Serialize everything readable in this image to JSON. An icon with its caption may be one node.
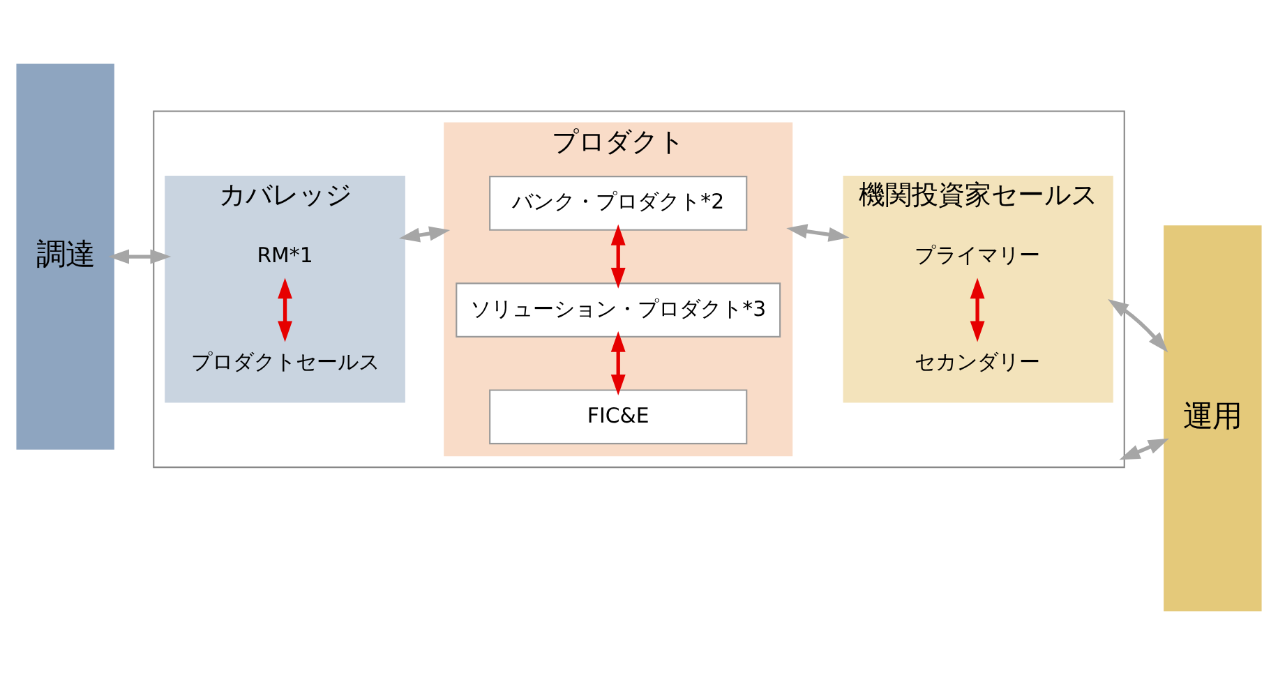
{
  "diagram": {
    "nodes": [
      {
        "text": [
          "調達"
        ]
      },
      {
        "text": [],
        "shape": "box"
      },
      {
        "text": [
          "カバレッジ"
        ],
        "in": 1
      },
      {
        "text": [
          "RM*1"
        ],
        "in": 2
      },
      {
        "text": [
          "プロダクトセールス"
        ],
        "in": 2
      },
      {
        "text": [
          "プロダクト"
        ],
        "in": 1
      },
      {
        "text": [
          "バンク・プロダクト*2"
        ],
        "in": 5
      },
      {
        "text": [
          "ソリューション・プロダクト*3"
        ],
        "in": 5
      },
      {
        "text": [
          "FIC&E"
        ],
        "in": 5
      },
      {
        "text": [
          "機関投資家セールス"
        ],
        "in": 1
      },
      {
        "text": [
          "プライマリー"
        ],
        "in": 9
      },
      {
        "text": [
          "セカンダリー"
        ],
        "in": 9
      },
      {
        "text": [
          "運用"
        ]
      }
    ],
    "edges": [
      {
        "from": 0,
        "to": 2,
        "arrow": "both"
      },
      {
        "from": 3,
        "to": 4,
        "arrow": "both",
        "color": "#e60000"
      },
      {
        "from": 2,
        "to": 5,
        "arrow": "both"
      },
      {
        "from": 6,
        "to": 7,
        "arrow": "both",
        "color": "#e60000"
      },
      {
        "from": 7,
        "to": 8,
        "arrow": "both",
        "color": "#e60000"
      },
      {
        "from": 5,
        "to": 9,
        "arrow": "both"
      },
      {
        "from": 10,
        "to": 11,
        "arrow": "both",
        "color": "#e60000"
      },
      {
        "from": 9,
        "to": 12,
        "arrow": "both"
      },
      {
        "from": 1,
        "to": 12,
        "arrow": "both"
      }
    ]
  }
}
